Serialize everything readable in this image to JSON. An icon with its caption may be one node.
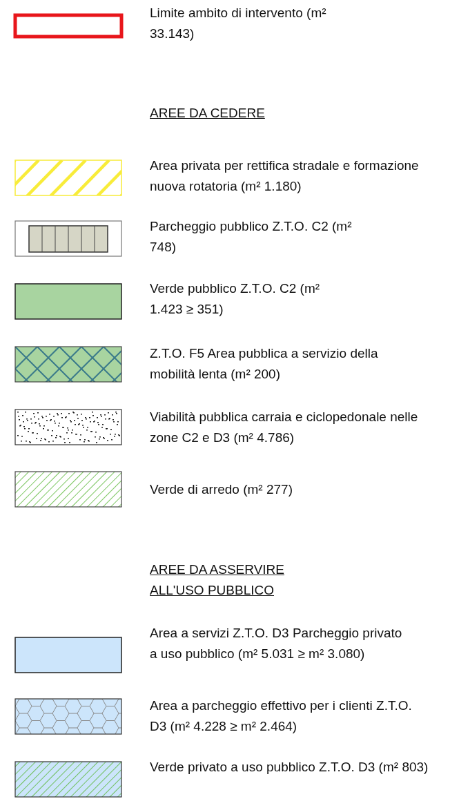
{
  "diagram": {
    "labels": [
      "AREE DA CEDERE",
      "AREE DA ASSERVIRE ALL'USO PUBBLICO"
    ],
    "legend": [
      {
        "text": "Limite ambito di intervento (m² 33.143)"
      },
      {
        "text": "Area privata per rettifica stradale e formazione nuova rotatoria (m² 1.180)"
      },
      {
        "text": "Parcheggio pubblico Z.T.O. C2 (m² 748)"
      },
      {
        "text": "Verde pubblico Z.T.O. C2 (m² 1.423 ≥ 351)",
        "color": "#a8d4a0"
      },
      {
        "text": "Z.T.O. F5 Area pubblica a servizio della mobilità lenta (m² 200)"
      },
      {
        "text": "Viabilità pubblica carraia e ciclopedonale nelle zone C2 e D3 (m² 4.786)"
      },
      {
        "text": "Verde di arredo (m² 277)"
      },
      {
        "text": "Area a servizi Z.T.O. D3 Parcheggio privato a uso pubblico (m² 5.031 ≥ m² 3.080)",
        "color": "#cce5fb"
      },
      {
        "text": "Area a parcheggio effettivo per i clienti Z.T.O. D3 (m² 4.228 ≥ m² 2.464)"
      },
      {
        "text": "Verde privato a uso pubblico Z.T.O. D3 (m² 803)"
      }
    ]
  }
}
